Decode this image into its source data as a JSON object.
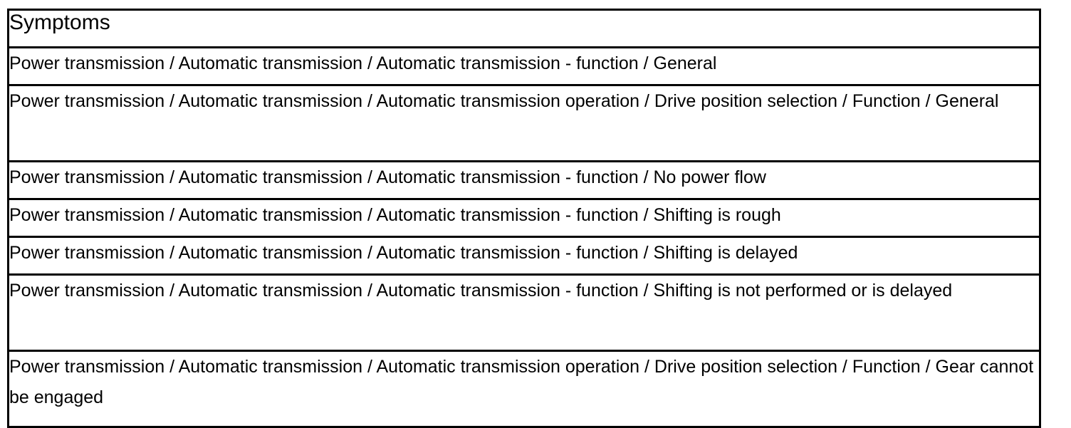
{
  "document": {
    "type": "table",
    "background_color": "#ffffff",
    "text_color": "#000000",
    "border_color": "#000000"
  },
  "table": {
    "header": {
      "label": "Symptoms"
    },
    "rows": [
      {
        "text": "Power transmission / Automatic transmission / Automatic transmission - function / General",
        "lines": 1
      },
      {
        "text": "Power transmission / Automatic transmission / Automatic transmission operation / Drive position selection / Function / General",
        "lines": 2
      },
      {
        "text": "Power transmission / Automatic transmission / Automatic transmission - function / No power flow",
        "lines": 1
      },
      {
        "text": "Power transmission / Automatic transmission / Automatic transmission - function / Shifting is rough",
        "lines": 1
      },
      {
        "text": "Power transmission / Automatic transmission / Automatic transmission - function / Shifting is delayed",
        "lines": 1
      },
      {
        "text": "Power transmission / Automatic transmission / Automatic transmission - function / Shifting is not performed or is delayed",
        "lines": 2
      },
      {
        "text": "Power transmission / Automatic transmission / Automatic transmission operation / Drive position selection / Function / Gear cannot be engaged",
        "lines": 2
      }
    ]
  }
}
